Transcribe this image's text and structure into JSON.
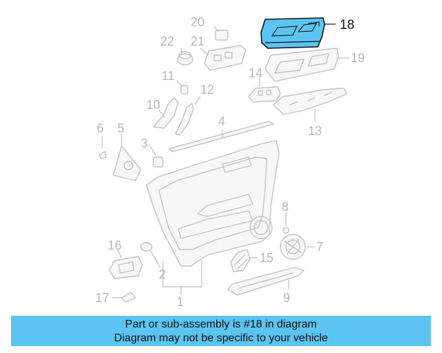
{
  "diagram": {
    "callouts": {
      "c1": "1",
      "c2": "2",
      "c3": "3",
      "c4": "4",
      "c5": "5",
      "c6": "6",
      "c7": "7",
      "c8": "8",
      "c9": "9",
      "c10": "10",
      "c11": "11",
      "c12": "12",
      "c13": "13",
      "c14": "14",
      "c15": "15",
      "c16": "16",
      "c17": "17",
      "c18": "18",
      "c19": "19",
      "c20": "20",
      "c21": "21",
      "c22": "22"
    },
    "highlighted_part": "18",
    "colors": {
      "highlight_fill": "#5bc4f1",
      "highlight_stroke": "#111111",
      "part_stroke": "#c2c2c2",
      "banner": "#5bc4f1"
    }
  },
  "banner": {
    "line1": "Part or sub-assembly is #18 in diagram",
    "line2": "Diagram may not be specific to your vehicle"
  }
}
